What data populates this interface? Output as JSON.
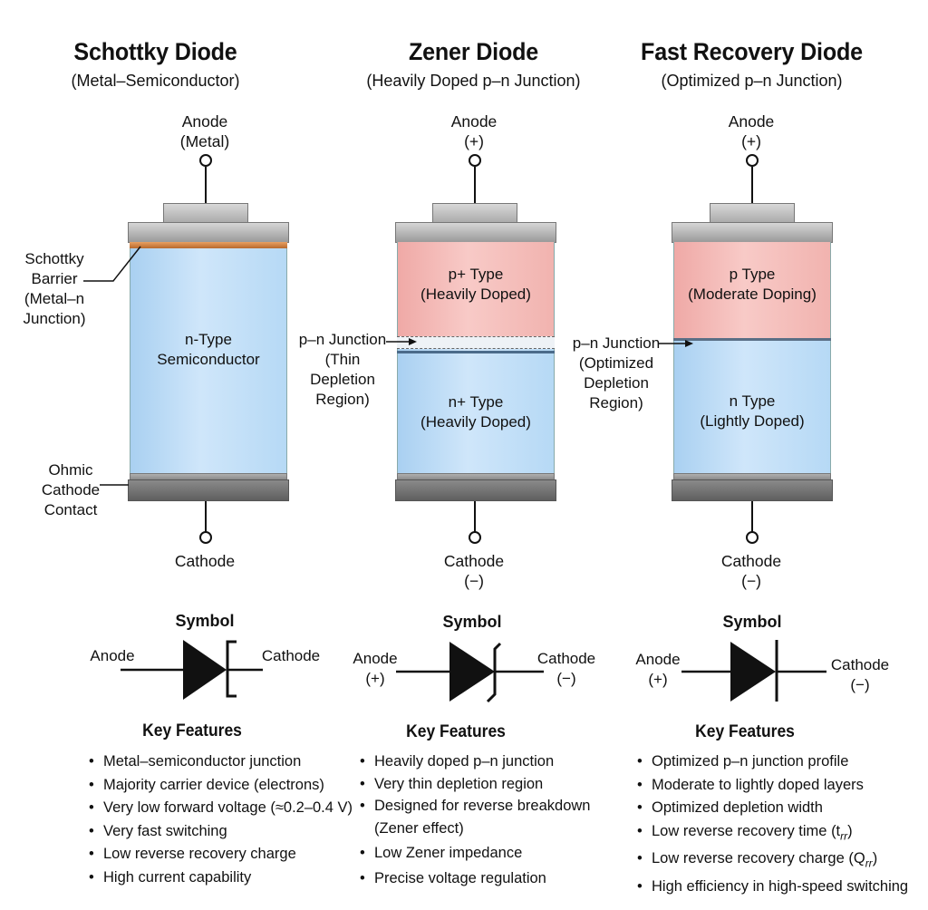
{
  "diodes": [
    {
      "title": "Schottky Diode",
      "subtitle": "(Metal–Semiconductor)",
      "anode": [
        "Anode",
        "(Metal)"
      ],
      "cathode": [
        "Cathode"
      ],
      "regions": [
        {
          "lines": [
            "n-Type",
            "Semiconductor"
          ]
        }
      ],
      "callouts": [
        {
          "lines": [
            "Schottky",
            "Barrier",
            "(Metal–n",
            "Junction)"
          ]
        },
        {
          "lines": [
            "Ohmic",
            "Cathode",
            "Contact"
          ]
        }
      ],
      "symbol": {
        "title": "Symbol",
        "left": [
          "Anode"
        ],
        "right": [
          "Cathode"
        ]
      },
      "features_title": "Key Features",
      "features": [
        "Metal–semiconductor junction",
        "Majority carrier device (electrons)",
        "Very low forward voltage (≈0.2–0.4 V)",
        "Very fast switching",
        "Low reverse recovery charge",
        "High current capability"
      ]
    },
    {
      "title": "Zener Diode",
      "subtitle": "(Heavily Doped p–n Junction)",
      "anode": [
        "Anode",
        "(+)"
      ],
      "cathode": [
        "Cathode",
        "(−)"
      ],
      "regions": [
        {
          "lines": [
            "p+ Type",
            "(Heavily Doped)"
          ]
        },
        {
          "lines": [
            "n+ Type",
            "(Heavily Doped)"
          ]
        }
      ],
      "callouts": [
        {
          "lines": [
            "p–n Junction",
            "(Thin Depletion",
            "Region)"
          ]
        }
      ],
      "symbol": {
        "title": "Symbol",
        "left": [
          "Anode",
          "(+)"
        ],
        "right": [
          "Cathode",
          "(−)"
        ]
      },
      "features_title": "Key Features",
      "features": [
        "Heavily doped p–n junction",
        "Very thin depletion region",
        "Designed for reverse breakdown",
        "(Zener effect)",
        "Low Zener impedance",
        "Precise voltage regulation"
      ]
    },
    {
      "title": "Fast Recovery Diode",
      "subtitle": "(Optimized p–n Junction)",
      "anode": [
        "Anode",
        "(+)"
      ],
      "cathode": [
        "Cathode",
        "(−)"
      ],
      "regions": [
        {
          "lines": [
            "p Type",
            "(Moderate Doping)"
          ]
        },
        {
          "lines": [
            "n Type",
            "(Lightly Doped)"
          ]
        }
      ],
      "callouts": [
        {
          "lines": [
            "p–n Junction",
            "(Optimized",
            "Depletion",
            "Region)"
          ]
        }
      ],
      "symbol": {
        "title": "Symbol",
        "left": [
          "Anode",
          "(+)"
        ],
        "right": [
          "Cathode",
          "(−)"
        ]
      },
      "features_title": "Key Features",
      "features": [
        "Optimized p–n junction profile",
        "Moderate to lightly doped layers",
        "Optimized depletion width",
        "Low reverse recovery time (t",
        "Low reverse recovery charge (Q",
        "High efficiency in high-speed switching"
      ],
      "subscripts": {
        "trr": "rr",
        "qrr": "rr"
      },
      "suffix": ")"
    }
  ],
  "colors": {
    "n_region": "#b6d9f5",
    "p_region": "#f4bcb8",
    "metal_cap": "#b5b5b5",
    "cathode_contact": "#6e6e6e",
    "schottky_barrier": "#c87a3a"
  }
}
